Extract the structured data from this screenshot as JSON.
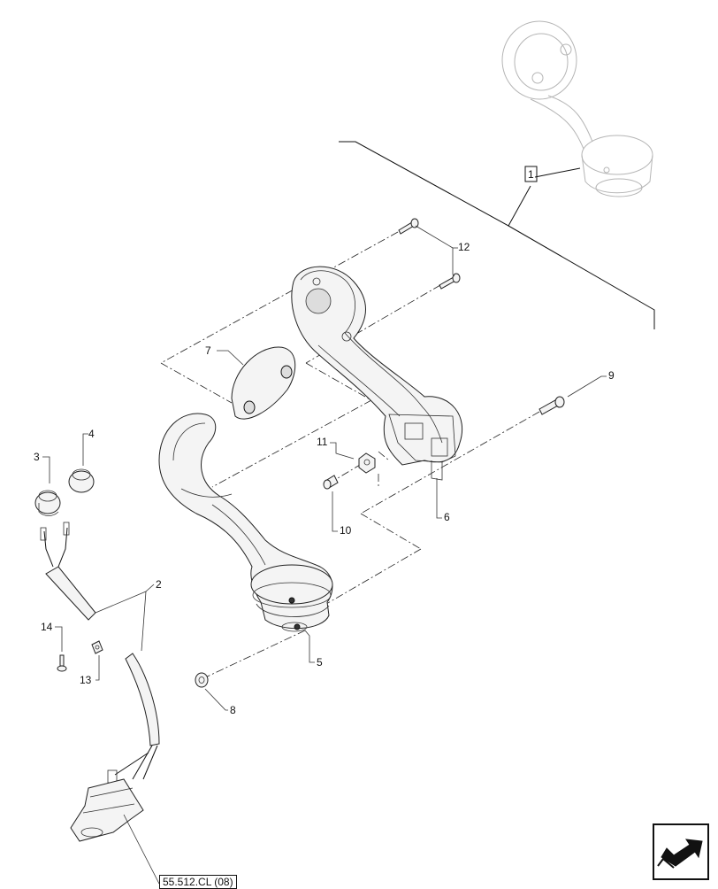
{
  "callouts": {
    "c1": "1",
    "c2": "2",
    "c3": "3",
    "c4": "4",
    "c5": "5",
    "c6": "6",
    "c7": "7",
    "c8": "8",
    "c9": "9",
    "c10": "10",
    "c11": "11",
    "c12": "12",
    "c13": "13",
    "c14": "14"
  },
  "reference": "55.512.CL (08)",
  "nav_icon": "next-page-arrow-icon"
}
